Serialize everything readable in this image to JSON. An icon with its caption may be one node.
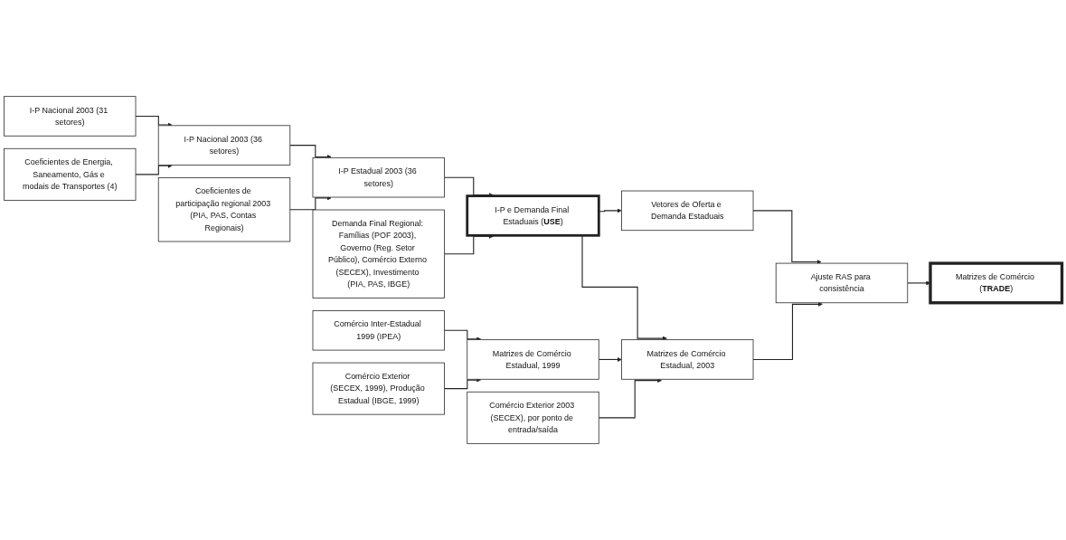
{
  "diagram": {
    "nodes": [
      {
        "text": [
          "I-P Nacional 2003 (31 setores)"
        ]
      },
      {
        "text": [
          "I-P Nacional 2003 (36 setores)"
        ]
      },
      {
        "text": [
          "Coeficientes de Energia, Saneamento, Gás e modais de Transportes (4)"
        ]
      },
      {
        "text": [
          "I-P Estadual 2003 (36 setores)"
        ]
      },
      {
        "text": [
          "Coeficientes de participação regional 2003 (PIA, PAS, Contas Regionais)"
        ]
      },
      {
        "text": [
          "I-P e Demanda Final Estaduais (**USE**)"
        ]
      },
      {
        "text": [
          "Demanda Final Regional: Famílias (POF 2003), Governo (Reg. Setor Público), Comércio Externo (SECEX), Investimento (PIA, PAS, IBGE)"
        ]
      },
      {
        "text": [
          "Vetores de Oferta e Demanda Estaduais"
        ]
      },
      {
        "text": [
          "Comércio Inter-Estadual 1999 (IPEA)"
        ]
      },
      {
        "text": [
          "Matrizes de Comércio Estadual, 1999"
        ]
      },
      {
        "text": [
          "Comércio Exterior (SECEX, 1999), Produção Estadual (IBGE, 1999)"
        ]
      },
      {
        "text": [
          "Matrizes de Comércio Estadual, 2003"
        ]
      },
      {
        "text": [
          "Comércio Exterior 2003 (SECEX), por ponto de entrada/saída"
        ]
      },
      {
        "text": [
          "Ajuste RAS para consistência"
        ]
      },
      {
        "text": [
          "Matrizes de Comércio (**TRADE**)"
        ]
      }
    ],
    "edges": [
      {
        "from": 0,
        "to": 1,
        "arrow": "to"
      },
      {
        "from": 2,
        "to": 1,
        "arrow": "to"
      },
      {
        "from": 1,
        "to": 3,
        "arrow": "to"
      },
      {
        "from": 4,
        "to": 3,
        "arrow": "to"
      },
      {
        "from": 3,
        "to": 5,
        "arrow": "to"
      },
      {
        "from": 6,
        "to": 5,
        "arrow": "to"
      },
      {
        "from": 5,
        "to": 7,
        "arrow": "to"
      },
      {
        "from": 8,
        "to": 9,
        "arrow": "to"
      },
      {
        "from": 10,
        "to": 9,
        "arrow": "to"
      },
      {
        "from": 9,
        "to": 11,
        "arrow": "to"
      },
      {
        "from": 5,
        "to": 11,
        "arrow": "to"
      },
      {
        "from": 12,
        "to": 11,
        "arrow": "to"
      },
      {
        "from": 7,
        "to": 13,
        "arrow": "to"
      },
      {
        "from": 11,
        "to": 13,
        "arrow": "to"
      },
      {
        "from": 13,
        "to": 14,
        "arrow": "to"
      }
    ]
  }
}
